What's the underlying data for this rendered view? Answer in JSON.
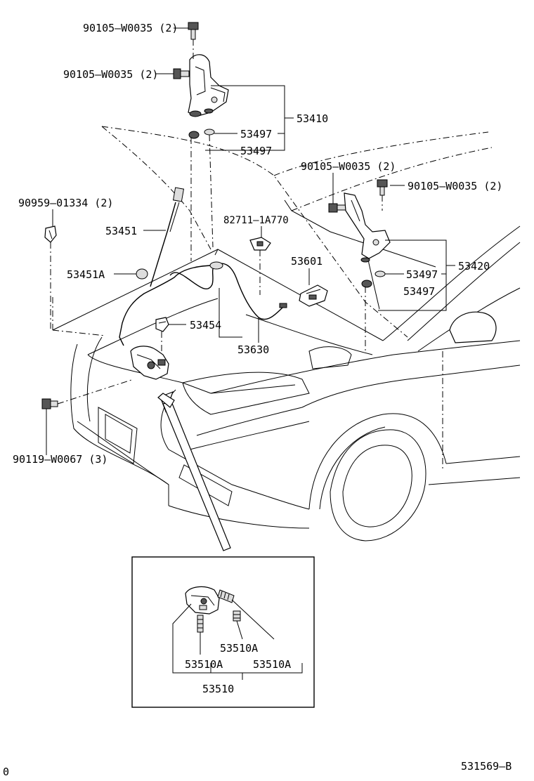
{
  "labels": {
    "bolt_top": "90105–W0035 (2)",
    "bolt_left_hinge": "90105–W0035 (2)",
    "hinge_lh": "53410",
    "washer_lh_a": "53497",
    "washer_lh_b": "53497",
    "clip_support": "90959–01334 (2)",
    "support_rod": "53451",
    "rod_holder": "53451A",
    "bolt_rh_a": "90105–W0035 (2)",
    "bolt_rh_b": "90105–W0035 (2)",
    "switch": "82711–1A770",
    "lock_sub": "53601",
    "hinge_rh": "53420",
    "washer_rh_a": "53497",
    "washer_rh_b": "53497",
    "clamp": "53454",
    "release_cable": "53630",
    "bolt_lower": "90119–W0067 (3)",
    "inset_spring_mid": "53510A",
    "inset_spring_left": "53510A",
    "inset_spring_right": "53510A",
    "inset_lock_assy": "53510"
  },
  "footer": {
    "left_mark": "0",
    "figure_code": "531569–B"
  }
}
